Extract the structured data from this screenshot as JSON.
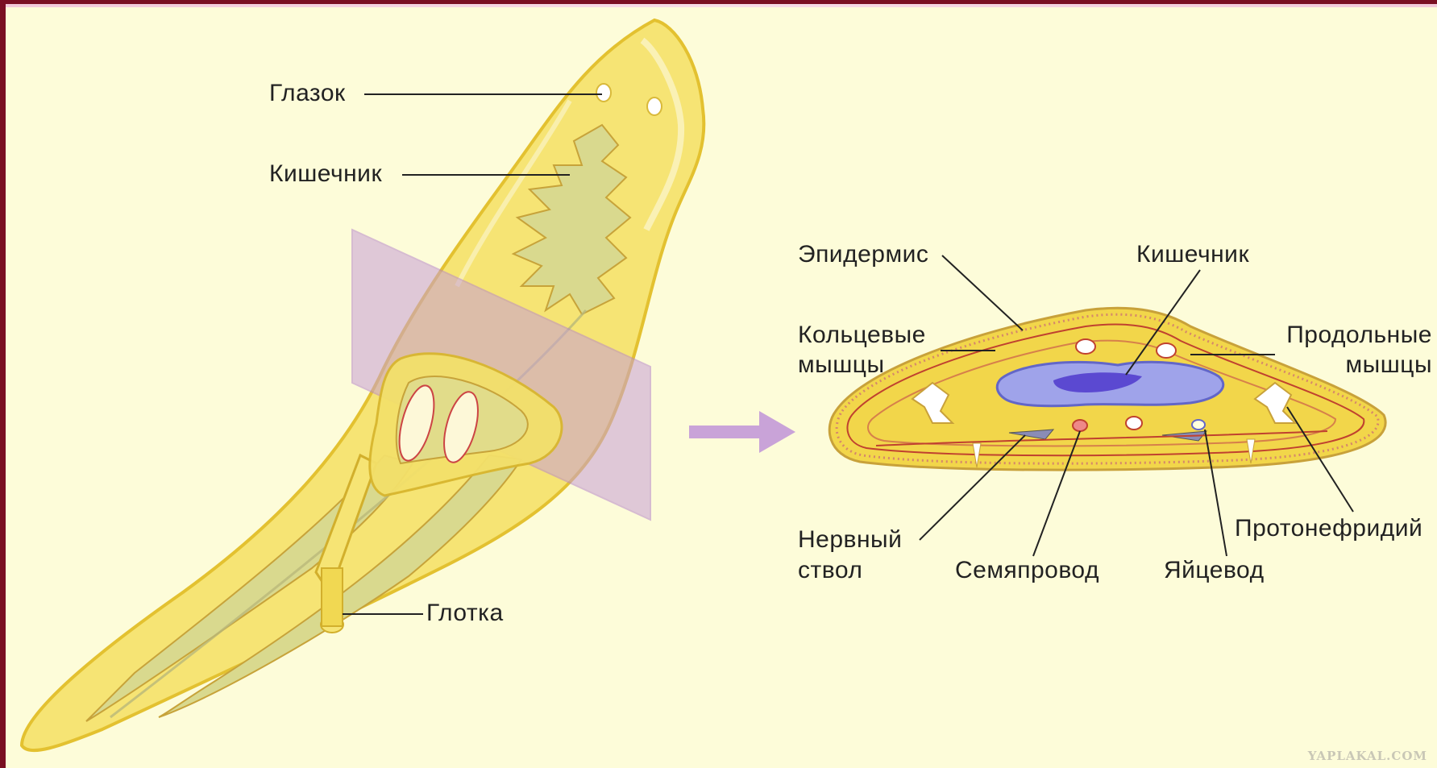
{
  "labels": {
    "eyespot": "Глазок",
    "intestine_body": "Кишечник",
    "pharynx": "Глотка",
    "epidermis": "Эпидермис",
    "intestine_section": "Кишечник",
    "ring_muscles_1": "Кольцевые",
    "ring_muscles_2": "мышцы",
    "long_muscles_1": "Продольные",
    "long_muscles_2": "мышцы",
    "nerve_1": "Нервный",
    "nerve_2": "ствол",
    "sperm_duct": "Семяпровод",
    "oviduct": "Яйцевод",
    "protonephridium": "Протонефридий"
  },
  "watermark": "YAPLAKAL.COM",
  "colors": {
    "background": "#fdfcd9",
    "body": "#f5e06a",
    "body_edge": "#e5c232",
    "gut": "#d8d98e",
    "cut_plane": "#c79fd6",
    "arrow": "#c9a3d8",
    "gut_section": "#8c8fe6",
    "section_body": "#f2d64a",
    "frame": "#7a0f22"
  }
}
